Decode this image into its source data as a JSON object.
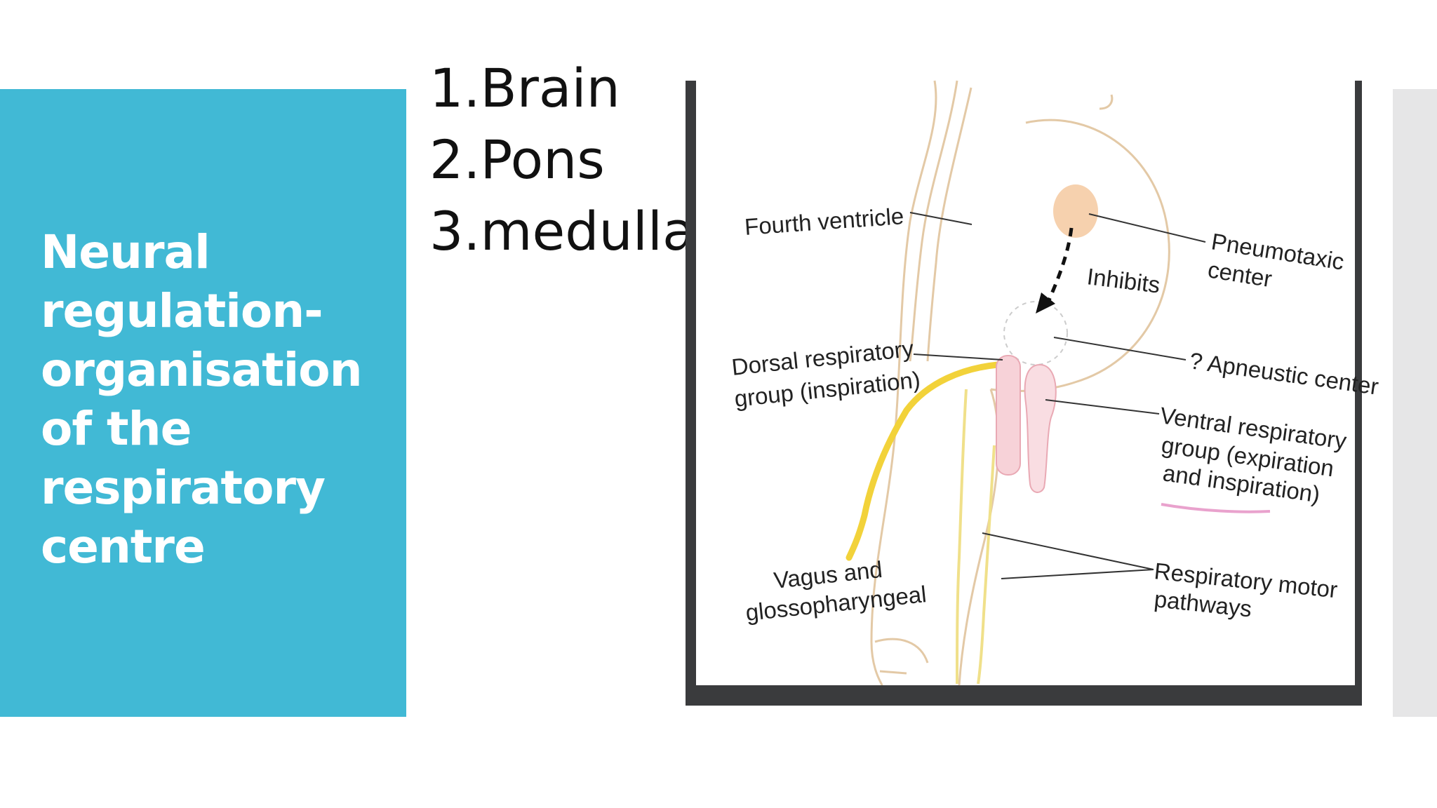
{
  "slide": {
    "title_lines": [
      "Neural",
      "regulation-",
      "organisation",
      "of the",
      "respiratory",
      "centre"
    ],
    "list_items": [
      "1.Brain",
      "2.Pons",
      "3.medulla"
    ]
  },
  "figure": {
    "labels": {
      "fourth_ventricle": "Fourth ventricle",
      "pneumotaxic_1": "Pneumotaxic",
      "pneumotaxic_2": "center",
      "inhibits": "Inhibits",
      "dorsal_1": "Dorsal respiratory",
      "dorsal_2": "group (inspiration)",
      "apneustic": "? Apneustic center",
      "ventral_1": "Ventral respiratory",
      "ventral_2": "group (expiration",
      "ventral_3": "and inspiration)",
      "vagus_1": "Vagus and",
      "vagus_2": "glossopharyngeal",
      "motor_1": "Respiratory motor",
      "motor_2": "pathways"
    }
  },
  "colors": {
    "panel": "#41b9d5",
    "strip": "#e6e6e7",
    "frame": "#3a3b3d",
    "nerve": "#f2d23a",
    "pneumotaxic": "#f5c9a0",
    "ventral": "#f1b9c3",
    "outline": "#e3c9a6"
  }
}
